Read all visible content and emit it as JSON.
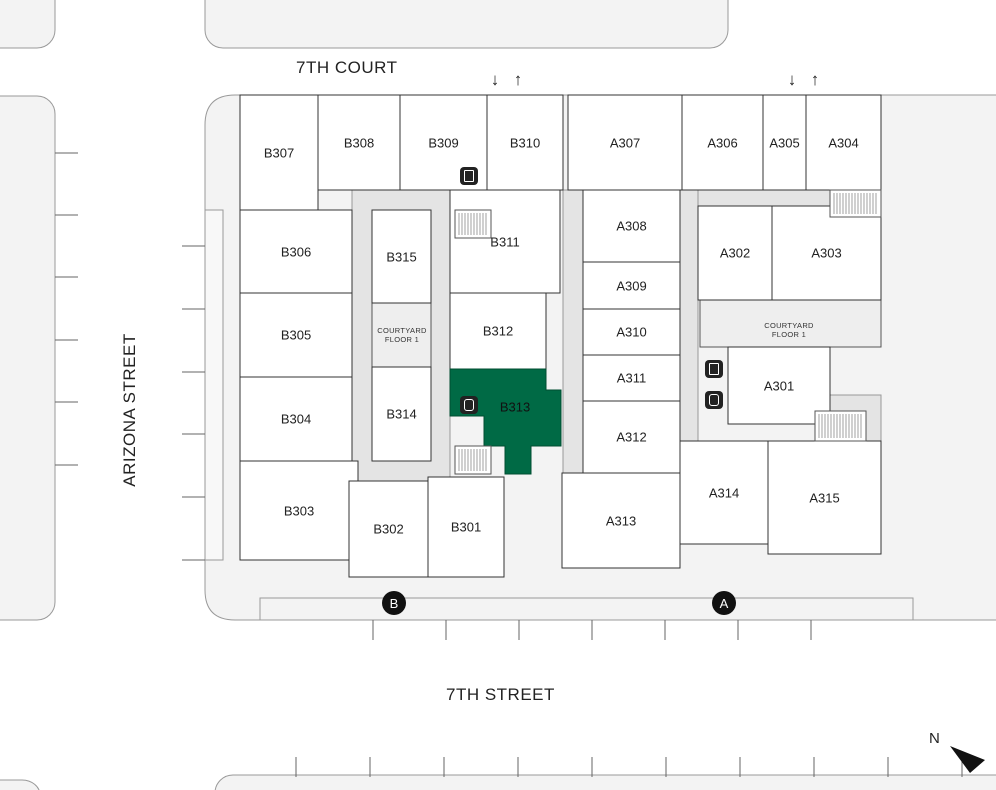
{
  "streets": {
    "north": "7TH COURT",
    "west": "ARIZONA STREET",
    "south": "7TH STREET"
  },
  "courtyards": [
    {
      "line1": "COURTYARD",
      "line2": "FLOOR 1"
    },
    {
      "line1": "COURTYARD",
      "line2": "FLOOR 1"
    }
  ],
  "entrances": [
    "B",
    "A"
  ],
  "compass": "N",
  "arrows": {
    "down": "↓",
    "up": "↑"
  },
  "selected_unit": "B313",
  "colors": {
    "selected": "#006a45",
    "corridor": "#e4e4e4",
    "ground": "#f3f3f3",
    "unit": "#ffffff"
  },
  "units": [
    "B307",
    "B308",
    "B309",
    "B310",
    "A307",
    "A306",
    "A305",
    "A304",
    "B306",
    "B305",
    "B304",
    "B303",
    "B302",
    "B301",
    "B315",
    "B314",
    "B311",
    "B312",
    "B313",
    "A308",
    "A309",
    "A310",
    "A311",
    "A312",
    "A313",
    "A302",
    "A303",
    "A301",
    "A314",
    "A315"
  ]
}
